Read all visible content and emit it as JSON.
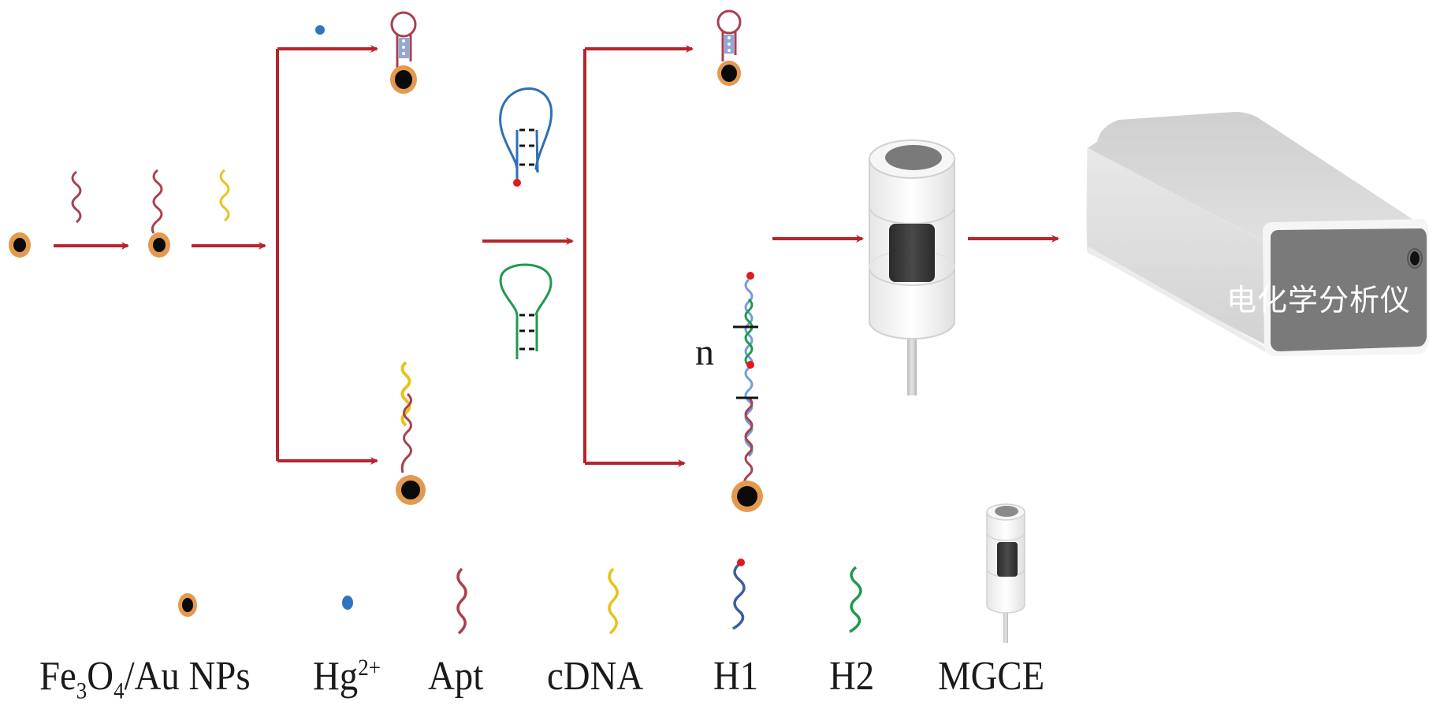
{
  "diagram": {
    "type": "reaction-scheme",
    "subject": "Aptamer-based electrochemical detection of Hg2+ with hybridization chain reaction amplification",
    "instrument_label": "电化学分析仪",
    "repeat_label": "n",
    "colors": {
      "arrow": "#b5252b",
      "nanoparticle_core": "#0a0a0a",
      "nanoparticle_shell": "#e39a4f",
      "hg_ion": "#2f74c0",
      "apt": "#a8414f",
      "cdna": "#e8c21c",
      "h1": "#2f6fb5",
      "h2": "#1f9a4e",
      "label_dot": "#e01a1a",
      "electrode_body": "#f2f2f2",
      "electrode_core": "#3a3a3a",
      "instrument_body": "#d7d7d7",
      "instrument_face": "#7a7a7a"
    },
    "steps": [
      {
        "from": "Fe3O4/Au NPs",
        "add": "Apt",
        "to": "Apt-modified NPs"
      },
      {
        "from": "Apt-modified NPs",
        "add": "cDNA",
        "to": "branch"
      },
      {
        "branch": "with Hg2+",
        "result": "Apt hairpin (T-Hg2+-T) on NP"
      },
      {
        "branch": "without Hg2+",
        "result": "Apt/cDNA duplex on NP"
      },
      {
        "add": [
          "H1",
          "H2"
        ],
        "to": "branch"
      },
      {
        "branch": "top",
        "result": "no HCR"
      },
      {
        "branch": "bottom",
        "result": "HCR polymer (n repeats)"
      },
      {
        "to": "MGCE"
      },
      {
        "to": "电化学分析仪"
      }
    ]
  },
  "legend": {
    "items": [
      {
        "key": "np",
        "label_main": "Fe",
        "sub1": "3",
        "mid": "O",
        "sub2": "4",
        "rest": "/Au NPs"
      },
      {
        "key": "hg",
        "label_main": "Hg",
        "sup": "2+"
      },
      {
        "key": "apt",
        "label": "Apt"
      },
      {
        "key": "cdna",
        "label": "cDNA"
      },
      {
        "key": "h1",
        "label": "H1"
      },
      {
        "key": "h2",
        "label": "H2"
      },
      {
        "key": "mgce",
        "label": "MGCE"
      }
    ]
  }
}
